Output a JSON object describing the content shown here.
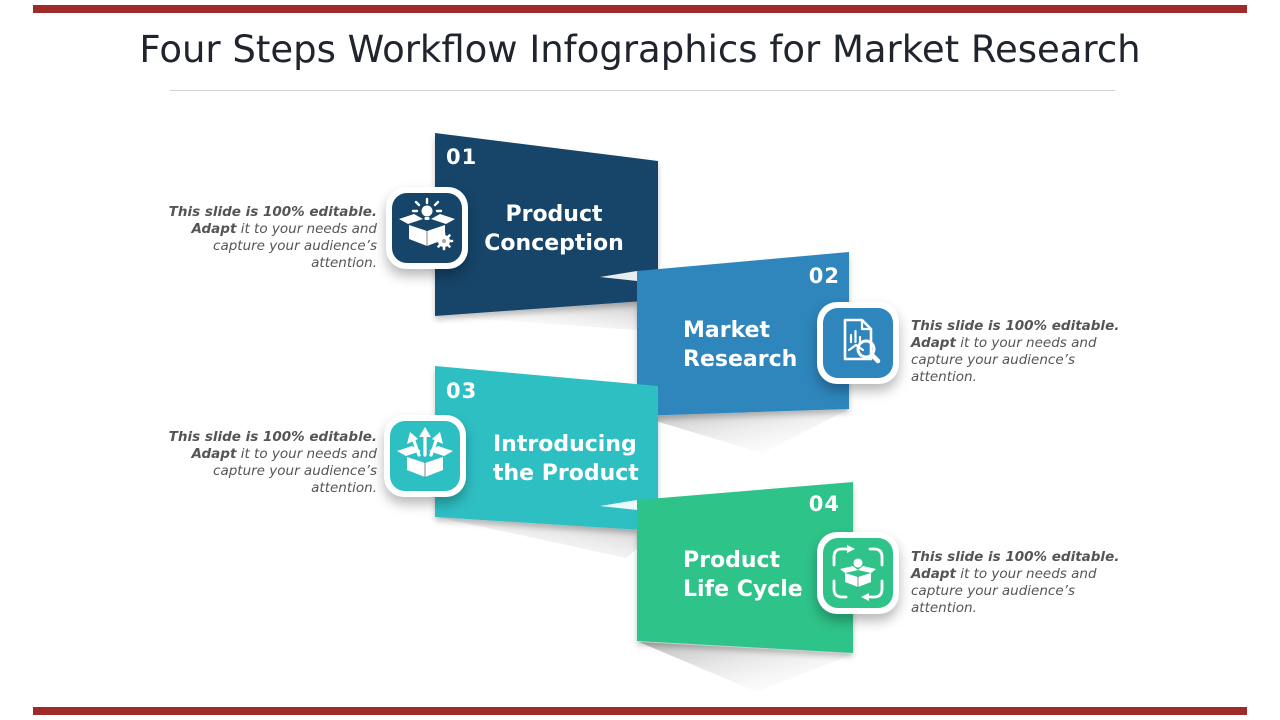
{
  "slide": {
    "title": "Four Steps Workflow Infographics for Market Research",
    "accent_bar_color": "#9E2B28"
  },
  "editable_note": {
    "bold": "This slide is 100% editable. Adapt",
    "rest": " it to your needs and capture your audience’s attention."
  },
  "steps": [
    {
      "number": "01",
      "title_line1": "Product",
      "title_line2": "Conception",
      "color": "#174569",
      "icon": "idea-box-icon"
    },
    {
      "number": "02",
      "title_line1": "Market",
      "title_line2": "Research",
      "color": "#2E86BC",
      "icon": "research-document-icon"
    },
    {
      "number": "03",
      "title_line1": "Introducing",
      "title_line2": "the Product",
      "color": "#2EBFC3",
      "icon": "launch-box-icon"
    },
    {
      "number": "04",
      "title_line1": "Product",
      "title_line2": "Life Cycle",
      "color": "#2FC389",
      "icon": "lifecycle-icon"
    }
  ]
}
